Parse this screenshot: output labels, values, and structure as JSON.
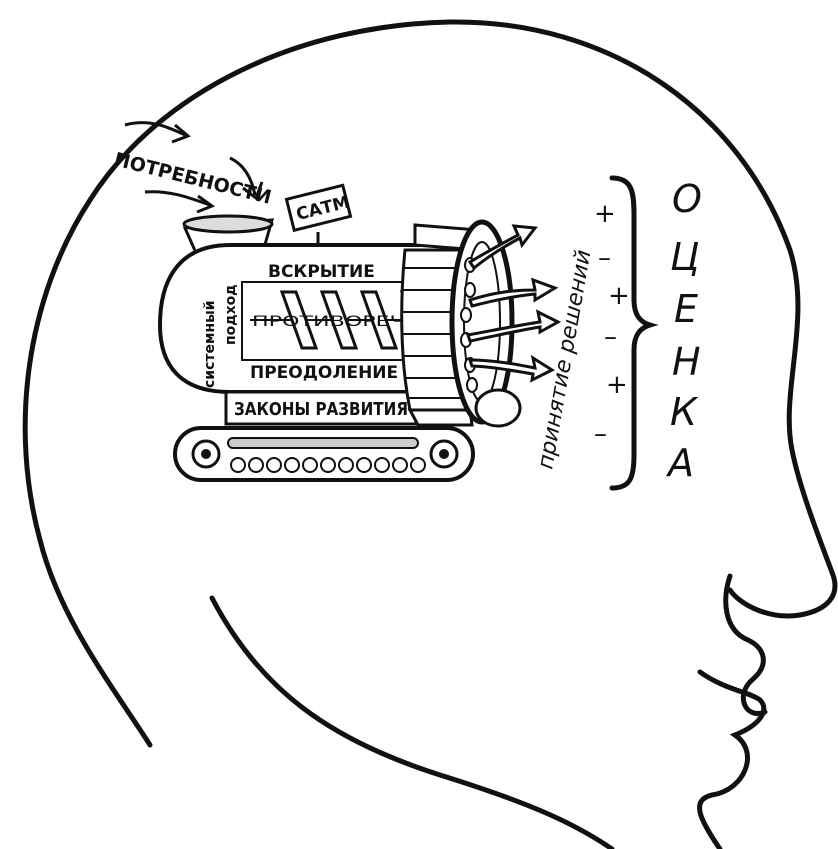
{
  "labels": {
    "needs": "ПОТРЕБНОСТИ",
    "sign": "САТМ",
    "systemic": "системный",
    "approach": "подход",
    "discovery": "ВСКРЫТИЕ",
    "contradictions": "ПРОТИВОРЕЧИЙ",
    "overcoming": "ПРЕОДОЛЕНИЕ",
    "laws": "ЗАКОНЫ РАЗВИТИЯ",
    "decision": "принятие решений",
    "evaluation_letters": [
      "О",
      "Ц",
      "Е",
      "Н",
      "К",
      "А"
    ],
    "signs": [
      "+",
      "–",
      "+",
      "–",
      "+",
      "–"
    ]
  }
}
